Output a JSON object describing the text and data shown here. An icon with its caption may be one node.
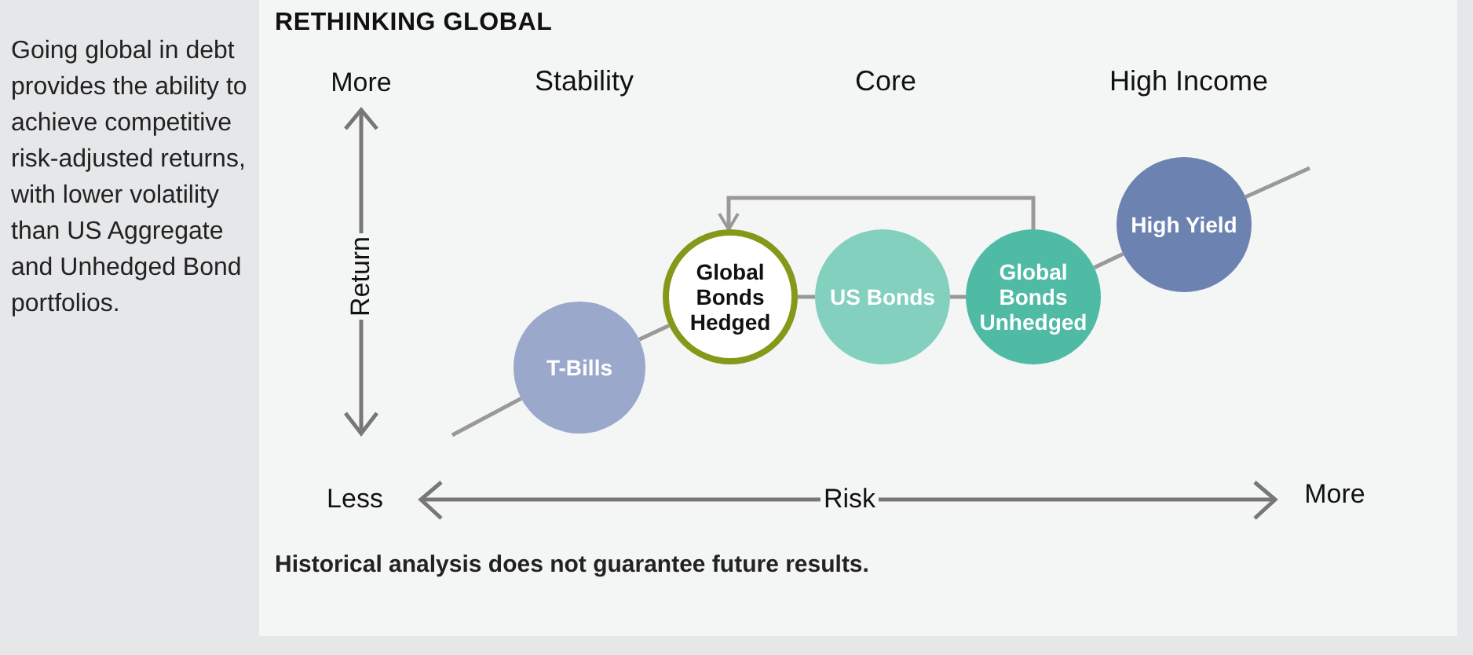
{
  "diagram": {
    "title": "RETHINKING GLOBAL",
    "caption": "Historical analysis does not guarantee future results.",
    "nodes": [
      {
        "text": [
          "T-Bills"
        ]
      },
      {
        "text": [
          "Global Bonds Hedged"
        ]
      },
      {
        "text": [
          "US Bonds"
        ]
      },
      {
        "text": [
          "Global Bonds Unhedged"
        ]
      },
      {
        "text": [
          "High Yield"
        ]
      }
    ],
    "edges": [
      {
        "from": null,
        "to": 0,
        "arrow": "none"
      },
      {
        "from": 0,
        "to": 1,
        "arrow": "none"
      },
      {
        "from": 1,
        "to": 2,
        "arrow": "none"
      },
      {
        "from": 2,
        "to": 3,
        "arrow": "none"
      },
      {
        "from": 3,
        "to": 4,
        "arrow": "none"
      },
      {
        "from": 4,
        "to": null,
        "arrow": "none"
      },
      {
        "from": 3,
        "to": 1,
        "arrow": "to"
      }
    ],
    "labels": [
      "Going global in debt provides the ability to achieve competitive risk-adjusted returns, with lower volatility than US Aggregate and Unhedged Bond portfolios.",
      "More",
      "Stability",
      "Core",
      "High Income",
      "Return",
      "Less",
      "Risk",
      "More"
    ]
  }
}
